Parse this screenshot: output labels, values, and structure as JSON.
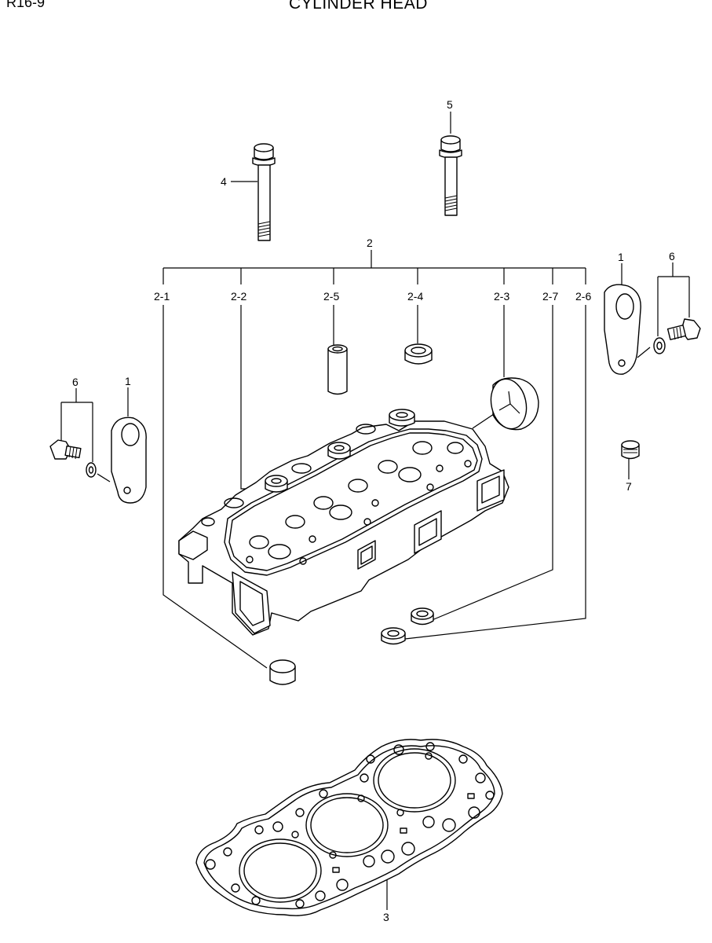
{
  "header": {
    "page_ref": "R16-9",
    "title": "CYLINDER HEAD"
  },
  "callouts": {
    "c1_left": "1",
    "c1_right": "1",
    "c2": "2",
    "c2_1": "2-1",
    "c2_2": "2-2",
    "c2_3": "2-3",
    "c2_4": "2-4",
    "c2_5": "2-5",
    "c2_6": "2-6",
    "c2_7": "2-7",
    "c3": "3",
    "c4": "4",
    "c5": "5",
    "c6_left": "6",
    "c6_right": "6",
    "c7": "7"
  }
}
